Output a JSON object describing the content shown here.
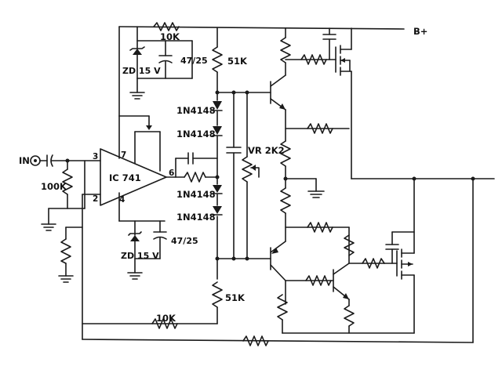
{
  "labels": {
    "supply": "B+",
    "input": "IN",
    "r_top_feedback": "10K",
    "r_bottom_feedback": "10K",
    "zener_top": "ZD 15 V",
    "cap_top": "47/25",
    "zener_bottom": "ZD 15 V",
    "cap_bottom": "47/25",
    "r_bias_top": "51K",
    "r_bias_bottom": "51K",
    "r_input": "100K",
    "opamp": "IC 741",
    "pot": "VR 2K2",
    "diode_1": "1N4148",
    "diode_2": "1N4148",
    "diode_3": "1N4148",
    "diode_4": "1N4148",
    "pin_3": "3",
    "pin_7": "7",
    "pin_6": "6",
    "pin_2": "2",
    "pin_4": "4"
  }
}
